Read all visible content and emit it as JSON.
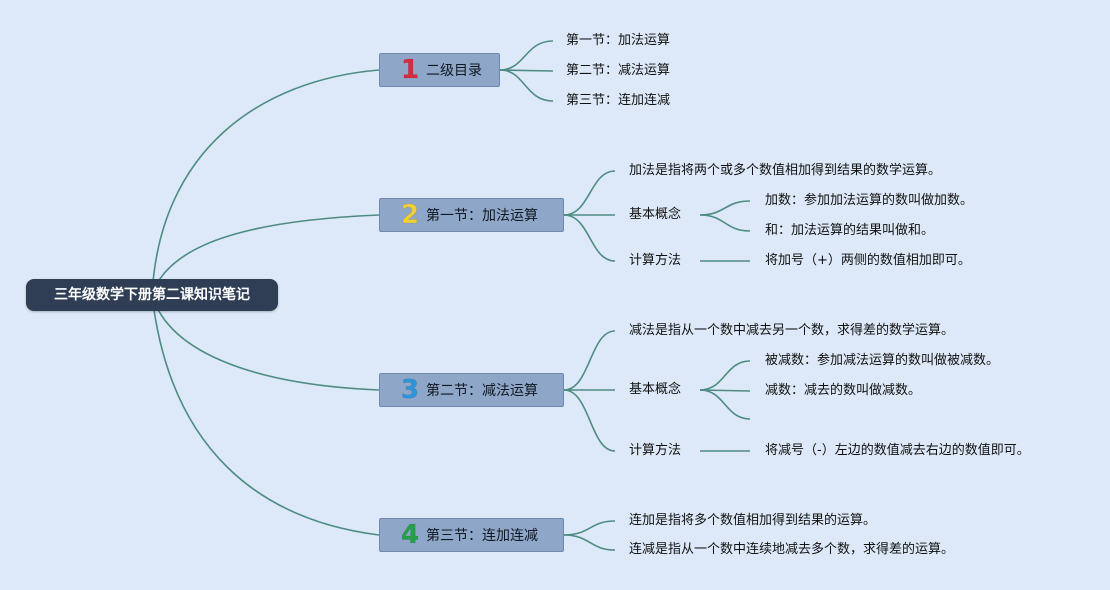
{
  "root": "三年级数学下册第二课知识笔记",
  "colors": {
    "background": "#dde9f8",
    "root_fill": "#2f3e55",
    "branch_fill": "#8ea6c8",
    "connector": "#4e8c82",
    "num1": "#d62d3a",
    "num2": "#f0cf3a",
    "num3": "#2e95dc",
    "num4": "#27a04a"
  },
  "branches": [
    {
      "num": "1",
      "label": "二级目录",
      "children": [
        "第一节：加法运算",
        "第二节：减法运算",
        "第三节：连加连减"
      ]
    },
    {
      "num": "2",
      "label": "第一节：加法运算",
      "definition": "加法是指将两个或多个数值相加得到结果的数学运算。",
      "concept_label": "基本概念",
      "concepts": [
        "加数：参加加法运算的数叫做加数。",
        "和：加法运算的结果叫做和。"
      ],
      "method_label": "计算方法",
      "method": "将加号（+）两侧的数值相加即可。"
    },
    {
      "num": "3",
      "label": "第二节：减法运算",
      "definition": "减法是指从一个数中减去另一个数，求得差的数学运算。",
      "concept_label": "基本概念",
      "concepts": [
        "被减数：参加减法运算的数叫做被减数。",
        "减数：减去的数叫做减数。",
        ""
      ],
      "method_label": "计算方法",
      "method": "将减号（-）左边的数值减去右边的数值即可。"
    },
    {
      "num": "4",
      "label": "第三节：连加连减",
      "children": [
        "连加是指将多个数值相加得到结果的运算。",
        "连减是指从一个数中连续地减去多个数，求得差的运算。"
      ]
    }
  ]
}
